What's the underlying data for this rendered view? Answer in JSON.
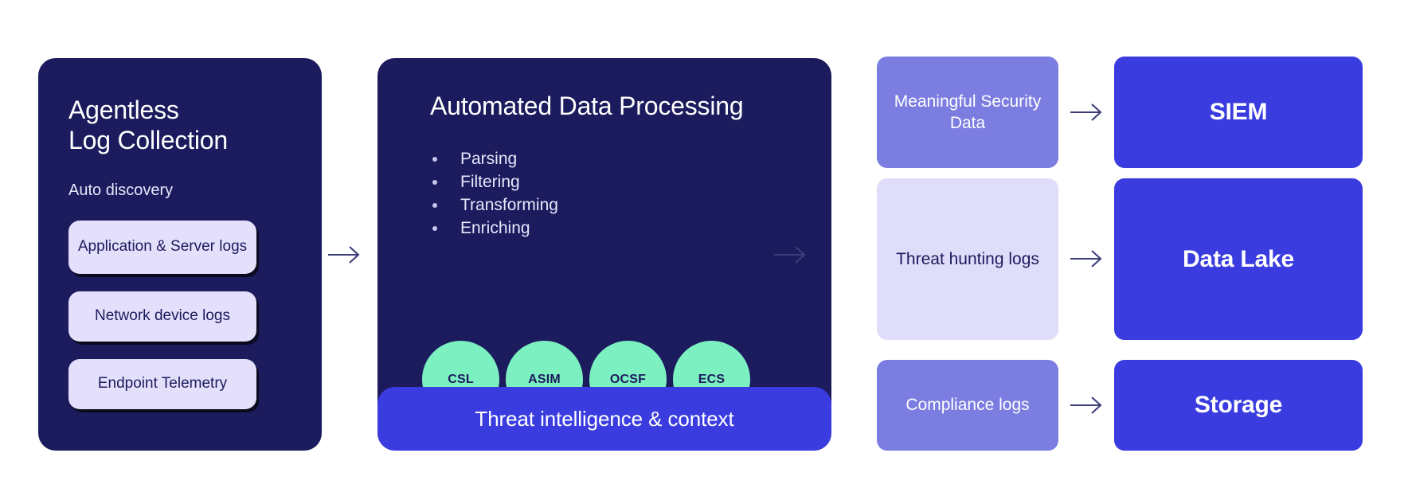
{
  "collection": {
    "title": "Agentless\nLog Collection",
    "subtitle": "Auto discovery",
    "sources": [
      "Application & Server logs",
      "Network device logs",
      "Endpoint Telemetry"
    ]
  },
  "processing": {
    "title": "Automated Data Processing",
    "steps": [
      "Parsing",
      "Filtering",
      "Transforming",
      "Enriching"
    ],
    "schemas": [
      "CSL",
      "ASIM",
      "OCSF",
      "ECS"
    ],
    "footer": "Threat intelligence & context"
  },
  "outputs": [
    {
      "label": "Meaningful Security Data",
      "style": "periwinkle"
    },
    {
      "label": "Threat hunting logs",
      "style": "lavender"
    },
    {
      "label": "Compliance logs",
      "style": "periwinkle"
    }
  ],
  "destinations": [
    "SIEM",
    "Data Lake",
    "Storage"
  ],
  "arrows": {
    "glyph": "arrow-right",
    "count": 5
  },
  "colors": {
    "card_navy": "#1b1b5e",
    "accent_blue": "#3a3ce0",
    "mint": "#7df0c2",
    "periwinkle": "#7b7de0",
    "lavender": "#e0ddfa",
    "pill": "#e4e0fb",
    "arrow": "#3d3d7a",
    "background": "#ffffff"
  }
}
